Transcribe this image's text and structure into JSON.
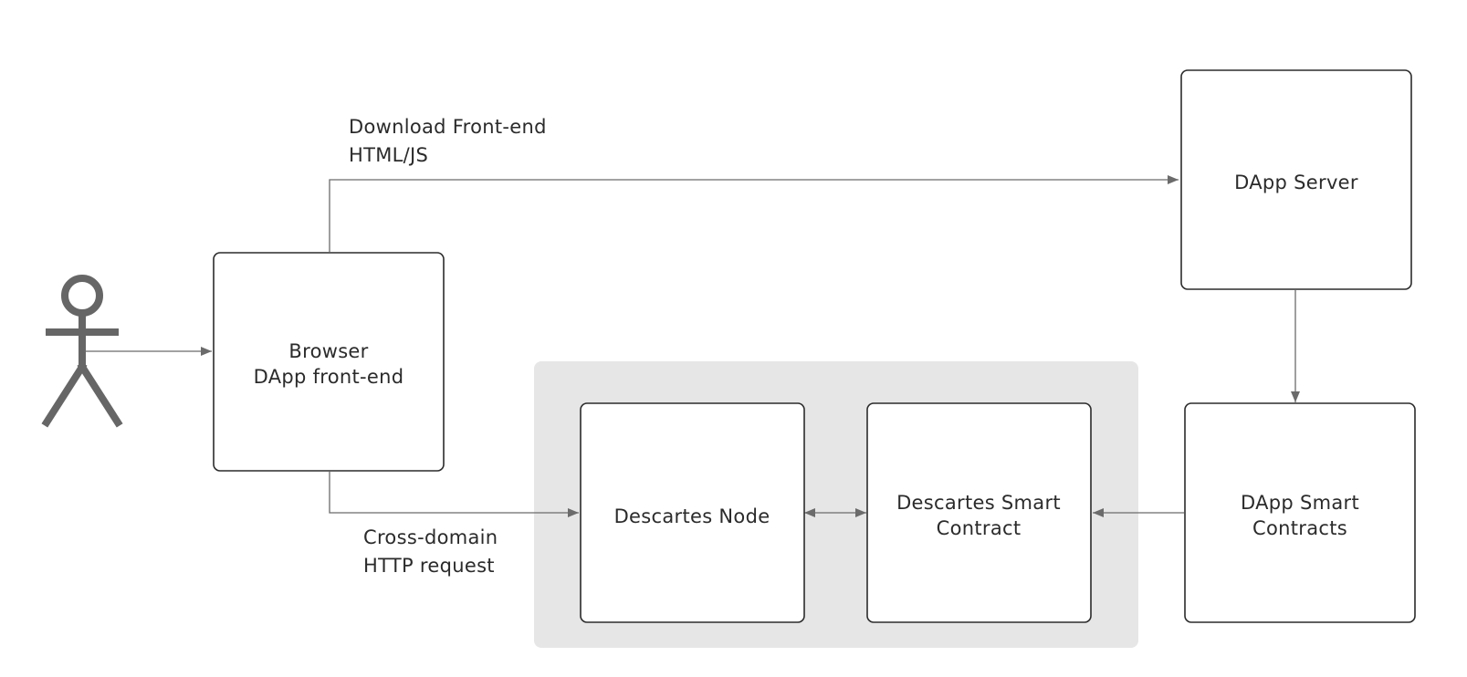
{
  "nodes": {
    "browser": {
      "line1": "Browser",
      "line2": "DApp front-end"
    },
    "dapp_server": {
      "label": "DApp Server"
    },
    "descartes_node": {
      "label": "Descartes Node"
    },
    "descartes_contract": {
      "line1": "Descartes Smart",
      "line2": "Contract"
    },
    "dapp_contracts": {
      "line1": "DApp Smart",
      "line2": "Contracts"
    }
  },
  "edges": {
    "download": {
      "line1": "Download Front-end",
      "line2": "HTML/JS"
    },
    "cross_domain": {
      "line1": "Cross-domain",
      "line2": "HTTP request"
    }
  },
  "colors": {
    "group_background": "#e6e6e6",
    "box_stroke": "#2b2b2b",
    "edge_stroke": "#6b6b6b",
    "actor": "#666666"
  },
  "icons": {
    "actor": "stick-figure-user-icon"
  }
}
